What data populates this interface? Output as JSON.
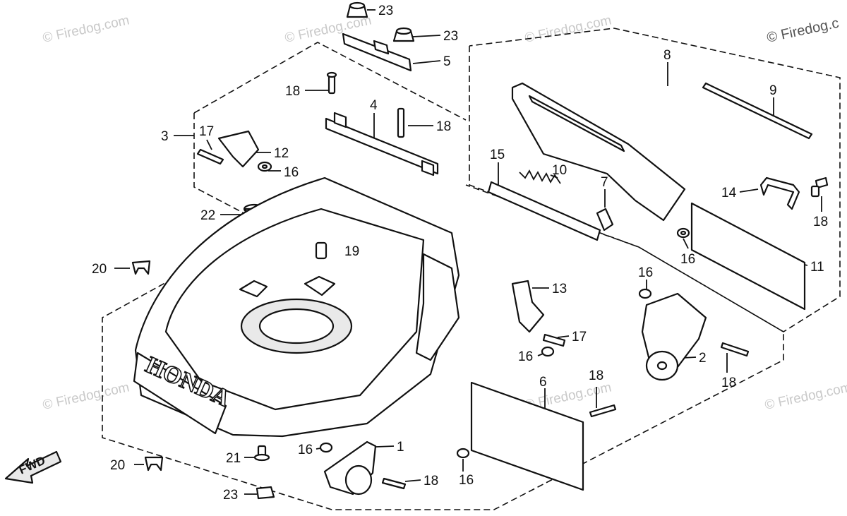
{
  "watermark": {
    "main": "© Firedog.c",
    "repeat": "© Firedog.com"
  },
  "brand_text": "HONDA",
  "direction_label": "FWD",
  "callouts": [
    {
      "id": "c23a",
      "label": "23"
    },
    {
      "id": "c23b",
      "label": "23"
    },
    {
      "id": "c5",
      "label": "5"
    },
    {
      "id": "c8",
      "label": "8"
    },
    {
      "id": "c9",
      "label": "9"
    },
    {
      "id": "c18a",
      "label": "18"
    },
    {
      "id": "c4",
      "label": "4"
    },
    {
      "id": "c18b",
      "label": "18"
    },
    {
      "id": "c3",
      "label": "3"
    },
    {
      "id": "c17a",
      "label": "17"
    },
    {
      "id": "c12",
      "label": "12"
    },
    {
      "id": "c16a",
      "label": "16"
    },
    {
      "id": "c15",
      "label": "15"
    },
    {
      "id": "c10",
      "label": "10"
    },
    {
      "id": "c7",
      "label": "7"
    },
    {
      "id": "c14",
      "label": "14"
    },
    {
      "id": "c18c",
      "label": "18"
    },
    {
      "id": "c22",
      "label": "22"
    },
    {
      "id": "c16b",
      "label": "16"
    },
    {
      "id": "c19",
      "label": "19"
    },
    {
      "id": "c20a",
      "label": "20"
    },
    {
      "id": "c11",
      "label": "11"
    },
    {
      "id": "c16c",
      "label": "16"
    },
    {
      "id": "c13",
      "label": "13"
    },
    {
      "id": "c17b",
      "label": "17"
    },
    {
      "id": "c16d",
      "label": "16"
    },
    {
      "id": "c2",
      "label": "2"
    },
    {
      "id": "c18d",
      "label": "18"
    },
    {
      "id": "c6",
      "label": "6"
    },
    {
      "id": "c18e",
      "label": "18"
    },
    {
      "id": "c1",
      "label": "1"
    },
    {
      "id": "c16e",
      "label": "16"
    },
    {
      "id": "c20b",
      "label": "20"
    },
    {
      "id": "c21",
      "label": "21"
    },
    {
      "id": "c18f",
      "label": "18"
    },
    {
      "id": "c16f",
      "label": "16"
    },
    {
      "id": "c23c",
      "label": "23"
    }
  ]
}
